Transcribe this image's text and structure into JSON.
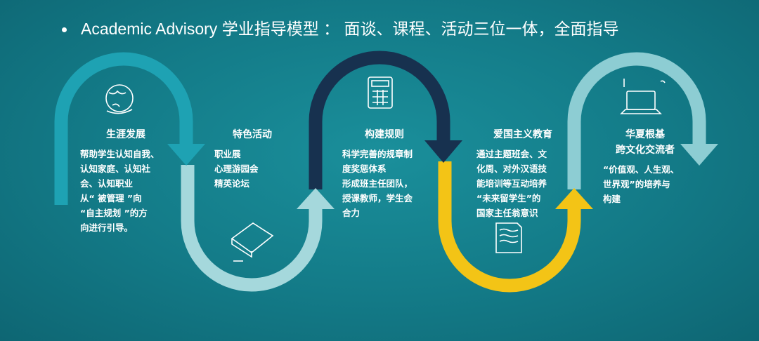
{
  "title": "Academic Advisory 学业指导模型 ：  面谈、课程、活动三位一体，全面指导",
  "colors": {
    "background": "#137a87",
    "segment1": "#1ea2b3",
    "segment2": "#a5d8dc",
    "segment3": "#17314f",
    "segment4": "#f3c416",
    "segment5": "#8dcdd3"
  },
  "steps": [
    {
      "title": "生涯发展",
      "text": "帮助学生认知自我、\n认知家庭、认知社\n会、认知职业\n从“ 被管理 ”向\n“自主规划 ”的方\n向进行引导。",
      "icon": "globe-icon"
    },
    {
      "title": "特色活动",
      "text": "职业展\n心理游园会\n精英论坛",
      "icon": "book-icon"
    },
    {
      "title": "构建规则",
      "text": "科学完善的规章制\n度奖惩体系\n形成班主任团队，\n授课教师，学生会\n合力",
      "icon": "calculator-icon"
    },
    {
      "title": "爱国主义教育",
      "text": "通过主题班会、文\n化周、对外汉语技\n能培训等互动培养\n“未来留学生”的\n国家主任翁意识",
      "icon": "document-icon"
    },
    {
      "title": "华夏根基\n跨文化交流者",
      "text": "“价值观、人生观、\n世界观”的培养与\n构建",
      "icon": "laptop-icon"
    }
  ]
}
